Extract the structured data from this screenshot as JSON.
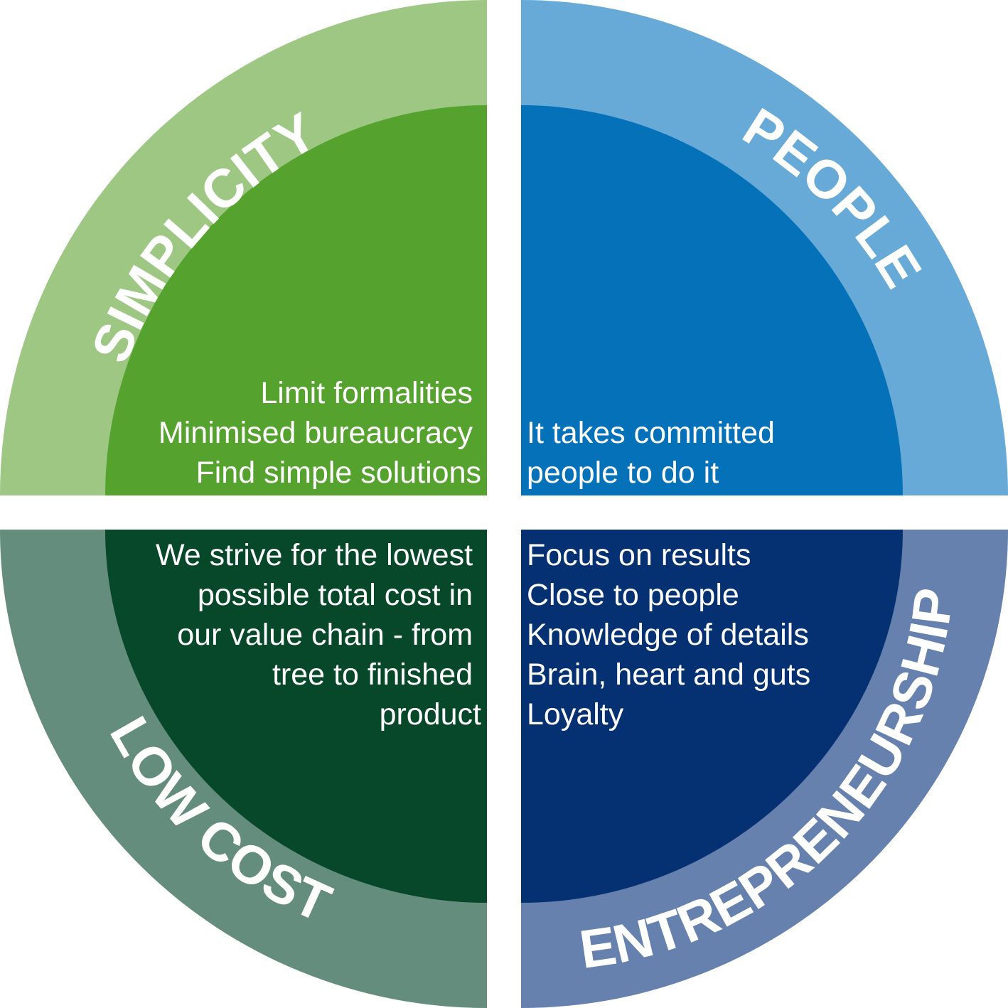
{
  "quadrants": {
    "simplicity": {
      "label": "SIMPLICITY",
      "lines": [
        "Limit formalities",
        "Minimised bureaucracy",
        "Find simple solutions"
      ],
      "ring_color": "#9dc783",
      "core_color": "#56a22e"
    },
    "people": {
      "label": "PEOPLE",
      "lines": [
        "It takes committed",
        "people to do it"
      ],
      "ring_color": "#68aad7",
      "core_color": "#0571b9"
    },
    "low_cost": {
      "label": "LOW COST",
      "lines": [
        "We strive for the lowest",
        "possible total cost in",
        "our value chain - from",
        "tree to finished",
        "product"
      ],
      "ring_color": "#658d7d",
      "core_color": "#07482b"
    },
    "entrepreneurship": {
      "label": "ENTREPRENEURSHIP",
      "lines": [
        "Focus on results",
        "Close to people",
        "Knowledge of details",
        "Brain, heart and guts",
        "Loyalty"
      ],
      "ring_color": "#6681ad",
      "core_color": "#053173"
    }
  }
}
